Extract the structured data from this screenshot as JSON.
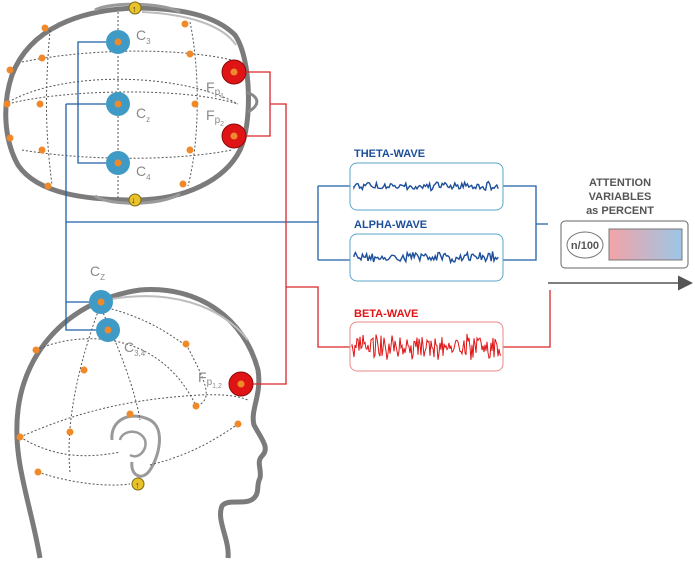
{
  "top_head": {
    "electrodes": {
      "c3": "C",
      "c3_sub": "3",
      "cz": "C",
      "cz_sub": "z",
      "c4": "C",
      "c4_sub": "4",
      "fp1": "F",
      "fp1_sub": "p",
      "fp1_subsub": "1",
      "fp2": "F",
      "fp2_sub": "p",
      "fp2_subsub": "2"
    }
  },
  "side_head": {
    "electrodes": {
      "cz": "C",
      "cz_sub": "Z",
      "c34": "C",
      "c34_sub": "3,4",
      "fp12": "F",
      "fp12_sub": "p",
      "fp12_subsub": "1,2"
    }
  },
  "waves": {
    "theta": "THETA-WAVE",
    "alpha": "ALPHA-WAVE",
    "beta": "BETA-WAVE"
  },
  "output": {
    "title_line1": "ATTENTION",
    "title_line2": "VARIABLES",
    "title_line3": "as PERCENT",
    "score": "n/100"
  },
  "colors": {
    "blue_wire": "#1f5fa6",
    "red_wire": "#d9262b",
    "electrode_blue": "#3f9bc6",
    "electrode_red": "#e01414",
    "node_orange": "#ef8a2b",
    "wave_blue": "#1d4f9a",
    "wave_red": "#e01414"
  }
}
